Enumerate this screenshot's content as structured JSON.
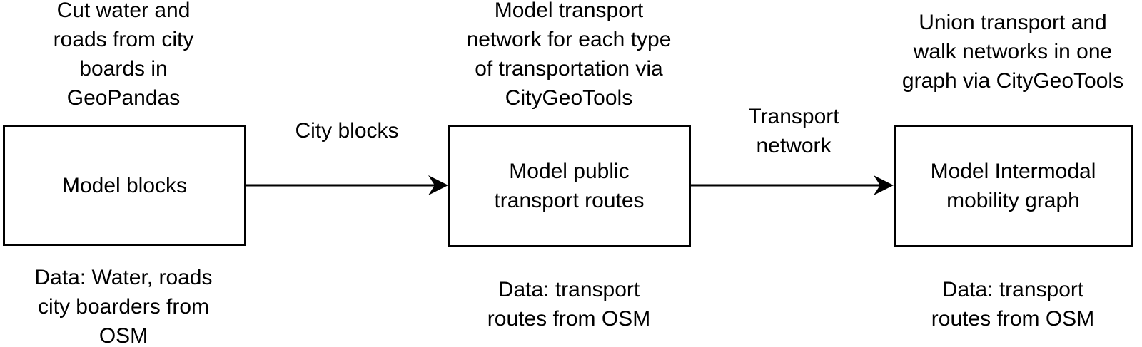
{
  "diagram": {
    "background_color": "#ffffff",
    "text_color": "#000000",
    "line_color": "#000000",
    "nodes": [
      {
        "id": "model-blocks",
        "label": "Model blocks",
        "note_above": "Cut water and\nroads from city\nboards in\nGeoPandas",
        "note_below": "Data: Water, roads\ncity boarders from\nOSM"
      },
      {
        "id": "model-public-transport-routes",
        "label": "Model public\ntransport routes",
        "note_above": "Model transport\nnetwork for each type\nof transportation via\nCityGeoTools",
        "note_below": "Data: transport\nroutes from OSM"
      },
      {
        "id": "model-intermodal-mobility-graph",
        "label": "Model Intermodal\nmobility graph",
        "note_above": "Union transport and\nwalk networks in one\ngraph via CityGeoTools",
        "note_below": "Data: transport\nroutes from OSM"
      }
    ],
    "edges": [
      {
        "from": "model-blocks",
        "to": "model-public-transport-routes",
        "label": "City blocks"
      },
      {
        "from": "model-public-transport-routes",
        "to": "model-intermodal-mobility-graph",
        "label": "Transport\nnetwork"
      }
    ]
  }
}
